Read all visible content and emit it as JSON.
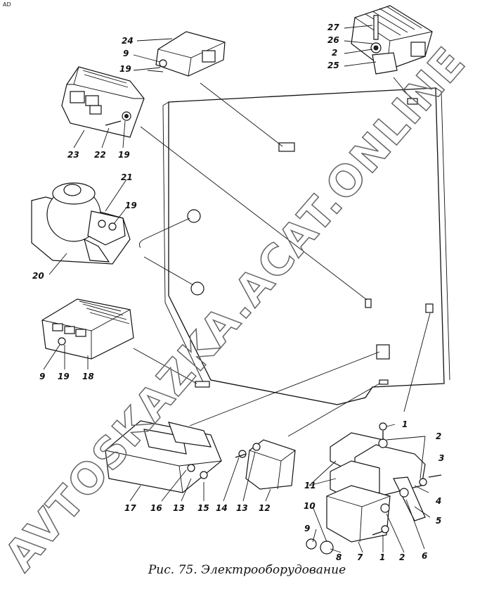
{
  "corner_mark": "AD",
  "caption": "Рис. 75. Электрооборудование",
  "watermark": "AVTOSKAZKA.ACAT.ONLINE",
  "labels": {
    "l24": "24",
    "l9a": "9",
    "l19a": "19",
    "l27": "27",
    "l26": "26",
    "l2a": "2",
    "l25": "25",
    "l23": "23",
    "l22": "22",
    "l19b": "19",
    "l21": "21",
    "l19c": "19",
    "l20": "20",
    "l9b": "9",
    "l19d": "19",
    "l18": "18",
    "l17": "17",
    "l16": "16",
    "l13a": "13",
    "l15": "15",
    "l14": "14",
    "l13b": "13",
    "l12": "12",
    "l1a": "1",
    "l2b": "2",
    "l3": "3",
    "l11": "11",
    "l4": "4",
    "l5": "5",
    "l6": "6",
    "l10": "10",
    "l9c": "9",
    "l8": "8",
    "l7": "7",
    "l1b": "1",
    "l2c": "2"
  }
}
